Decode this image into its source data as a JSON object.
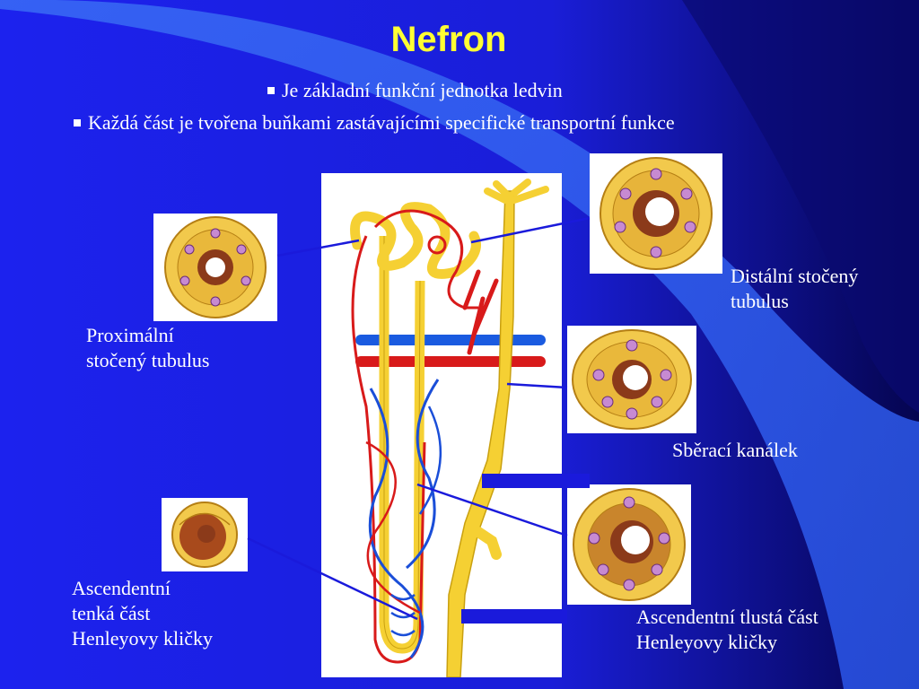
{
  "slide": {
    "title": "Nefron",
    "bullets": [
      "Je základní funkční jednotka ledvin",
      "Každá část je tvořena buňkami zastávajícími specifické transportní funkce"
    ]
  },
  "labels": {
    "proximal": [
      "Proximální",
      "stočený tubulus"
    ],
    "distal": [
      "Distální stočený",
      "tubulus"
    ],
    "collecting": [
      "Sběrací kanálek"
    ],
    "thin_ascending": [
      "Ascendentní",
      "tenká část",
      "Henleyovy kličky"
    ],
    "thick_ascending": [
      "Ascendentní tlustá část",
      "Henleyovy kličky"
    ]
  },
  "colors": {
    "background": "#1a20e6",
    "title": "#ffff33",
    "text": "#ffffff",
    "tubule": "#f5d033",
    "artery": "#d81a1a",
    "vein": "#1a4ed8",
    "pointer": "#1a1adb"
  }
}
